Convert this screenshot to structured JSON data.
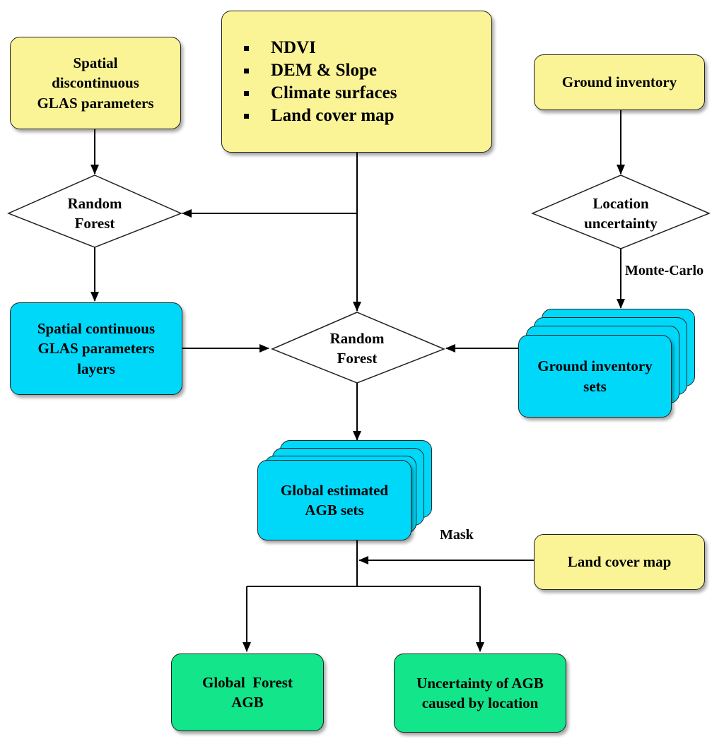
{
  "nodes": {
    "glas_discontinuous": {
      "lines": [
        "Spatial",
        "discontinuous",
        "GLAS parameters"
      ]
    },
    "covariates": {
      "items": [
        "NDVI",
        "DEM & Slope",
        "Climate surfaces",
        "Land cover map"
      ]
    },
    "ground_inventory": {
      "label": "Ground inventory"
    },
    "rf_top": {
      "lines": [
        "Random",
        "Forest"
      ]
    },
    "location_uncertainty": {
      "lines": [
        "Location",
        "uncertainty"
      ]
    },
    "glas_continuous": {
      "lines": [
        "Spatial continuous",
        "GLAS parameters",
        "layers"
      ]
    },
    "rf_center": {
      "lines": [
        "Random",
        "Forest"
      ]
    },
    "ground_sets": {
      "lines": [
        "Ground inventory",
        "sets"
      ]
    },
    "agb_sets": {
      "lines": [
        "Global estimated",
        "AGB sets"
      ]
    },
    "land_cover": {
      "label": "Land cover map"
    },
    "forest_agb": {
      "lines": [
        "Global  Forest",
        "AGB"
      ]
    },
    "uncertainty_agb": {
      "lines": [
        "Uncertainty of AGB",
        "caused by location"
      ]
    }
  },
  "edge_labels": {
    "monte_carlo": "Monte-Carlo",
    "mask": "Mask"
  },
  "colors": {
    "input_box": "#fbf496",
    "intermediate_box": "#00d8fa",
    "output_box": "#12e58a",
    "decision": "#ffffff",
    "arrow": "#000000"
  }
}
